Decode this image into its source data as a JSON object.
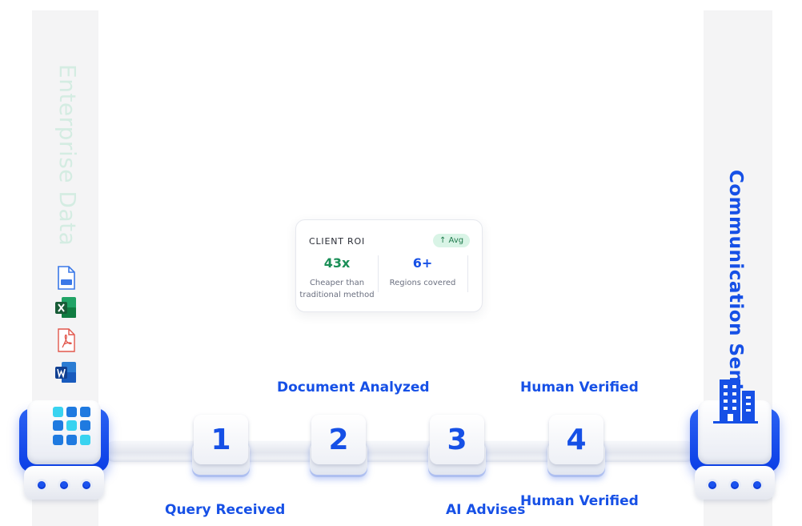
{
  "left_column": {
    "title": "Enterprise Data"
  },
  "right_column": {
    "title": "Communication Sent"
  },
  "file_icons": [
    "file-icon",
    "excel-icon",
    "pdf-icon",
    "word-icon"
  ],
  "roi_card": {
    "title": "CLIENT ROI",
    "badge": "↑ Avg",
    "metrics": [
      {
        "value": "43x",
        "description": "Cheaper than traditional method",
        "color": "#1a8f57"
      },
      {
        "value": "6+",
        "description": "Regions covered",
        "color": "#1650e6"
      }
    ]
  },
  "steps": [
    {
      "number": "1",
      "label": "Query Received"
    },
    {
      "number": "2",
      "label": "Document Analyzed"
    },
    {
      "number": "3",
      "label": "AI Advises"
    },
    {
      "number": "4",
      "label": "Human Verified"
    }
  ],
  "extra_label": "Human Verified",
  "colors": {
    "accent": "#1650e6",
    "green": "#1a8f57",
    "panel": "#f4f4f5"
  }
}
